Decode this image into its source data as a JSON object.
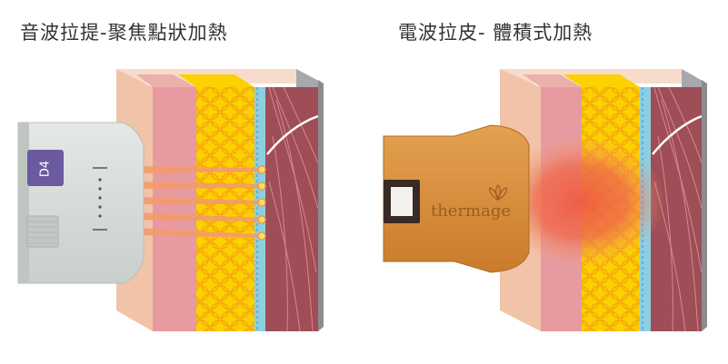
{
  "titles": {
    "left": "音波拉提-聚焦點狀加熱",
    "right": "電波拉皮- 體積式加熱"
  },
  "devices": {
    "ultrasound_label": "D4",
    "rf_brand": "thermage"
  },
  "colors": {
    "skin_front": "#f1c3a8",
    "skin_side": "#e9aca3",
    "dermis": "#e79aa0",
    "fat": "#fbd100",
    "fat_cell_border": "#f6a90e",
    "fascia": "#8ccfe0",
    "muscle": "#9f4d57",
    "muscle_fiber": "#d68893",
    "handpiece_grey": "#d6dbd8",
    "handpiece_orange": "#d98d3a",
    "laser_beam": "#f39b6c",
    "heat_glow": "#ef6b4d",
    "label_purple": "#6b5aa0"
  }
}
